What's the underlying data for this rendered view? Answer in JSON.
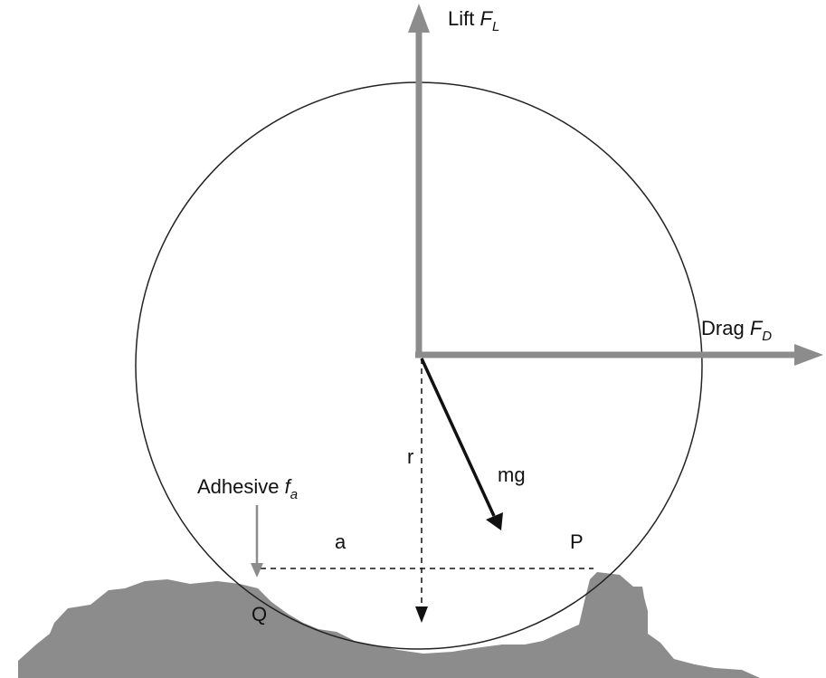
{
  "labels": {
    "lift": "Lift",
    "lift_symbol": "F",
    "lift_subscript": "L",
    "drag": "Drag",
    "drag_symbol": "F",
    "drag_subscript": "D",
    "adhesive": "Adhesive",
    "adhesive_symbol": "f",
    "adhesive_subscript": "a",
    "weight": "mg",
    "radius": "r",
    "contact_half_width": "a",
    "point_p": "P",
    "point_q": "Q"
  },
  "colors": {
    "force_arrow": "#8c8c8c",
    "weight_arrow": "#111111",
    "circle": "#222222",
    "ground": "#8c8c8c"
  }
}
